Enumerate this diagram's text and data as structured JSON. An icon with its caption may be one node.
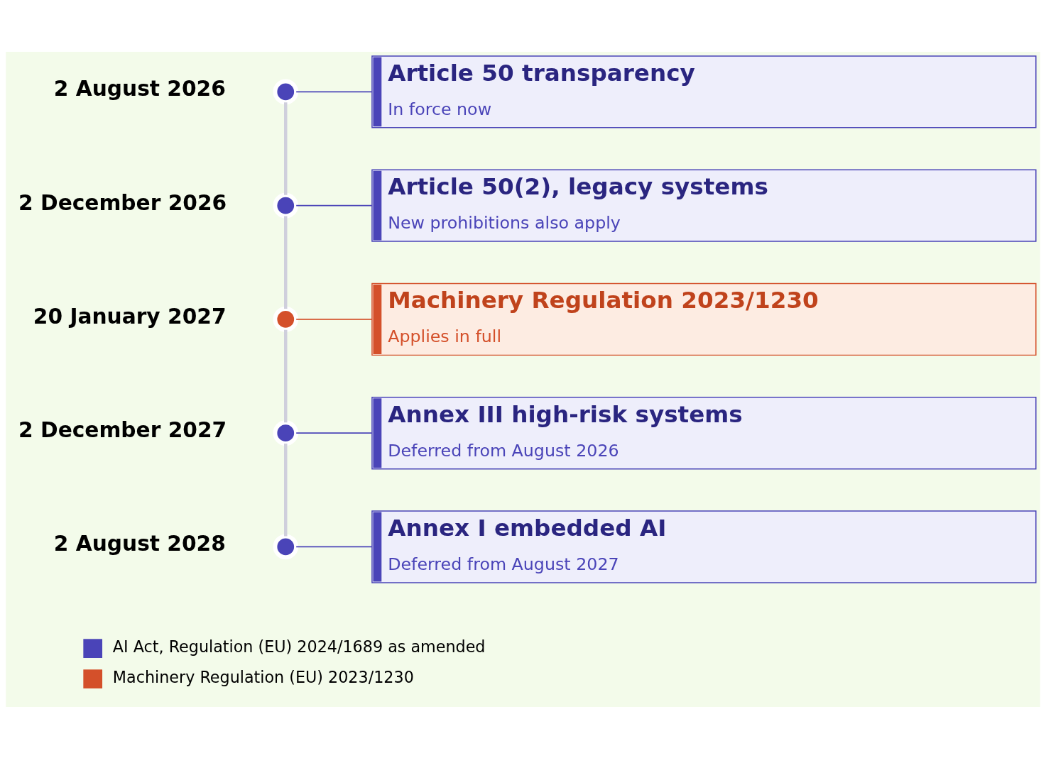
{
  "diagram": {
    "nodes": [
      {
        "text": [],
        "shape": "circle",
        "beside": [
          "2 August 2026"
        ]
      },
      {
        "text": [
          "Article 50 transparency",
          "In force now"
        ]
      },
      {
        "text": [],
        "shape": "circle",
        "beside": [
          "2 December 2026"
        ]
      },
      {
        "text": [
          "Article 50(2), legacy systems",
          "New prohibitions also apply"
        ]
      },
      {
        "text": [],
        "shape": "circle",
        "beside": [
          "20 January 2027"
        ]
      },
      {
        "text": [
          "Machinery Regulation 2023/1230",
          "Applies in full"
        ]
      },
      {
        "text": [],
        "shape": "circle",
        "beside": [
          "2 December 2027"
        ]
      },
      {
        "text": [
          "Annex III high-risk systems",
          "Deferred from August 2026"
        ]
      },
      {
        "text": [],
        "shape": "circle",
        "beside": [
          "2 August 2028"
        ]
      },
      {
        "text": [
          "Annex I embedded AI",
          "Deferred from August 2027"
        ]
      }
    ],
    "edges": [
      {
        "from": 0,
        "to": 1,
        "arrow": "none"
      },
      {
        "from": 2,
        "to": 3,
        "arrow": "none"
      },
      {
        "from": 4,
        "to": 5,
        "arrow": "none",
        "color": "#d4502a"
      },
      {
        "from": 6,
        "to": 7,
        "arrow": "none"
      },
      {
        "from": 8,
        "to": 9,
        "arrow": "none"
      },
      {
        "from": 0,
        "to": 2,
        "arrow": "none",
        "style": "thick",
        "color": "#cfcfdc"
      },
      {
        "from": 2,
        "to": 4,
        "arrow": "none",
        "style": "thick",
        "color": "#cfcfdc"
      },
      {
        "from": 4,
        "to": 6,
        "arrow": "none",
        "style": "thick",
        "color": "#cfcfdc"
      },
      {
        "from": 6,
        "to": 8,
        "arrow": "none",
        "style": "thick",
        "color": "#cfcfdc"
      }
    ],
    "legend": [
      {
        "text": "AI Act, Regulation (EU) 2024/1689 as amended",
        "color": "#4a44b8"
      },
      {
        "text": "Machinery Regulation (EU) 2023/1230",
        "color": "#d4502a"
      }
    ]
  }
}
